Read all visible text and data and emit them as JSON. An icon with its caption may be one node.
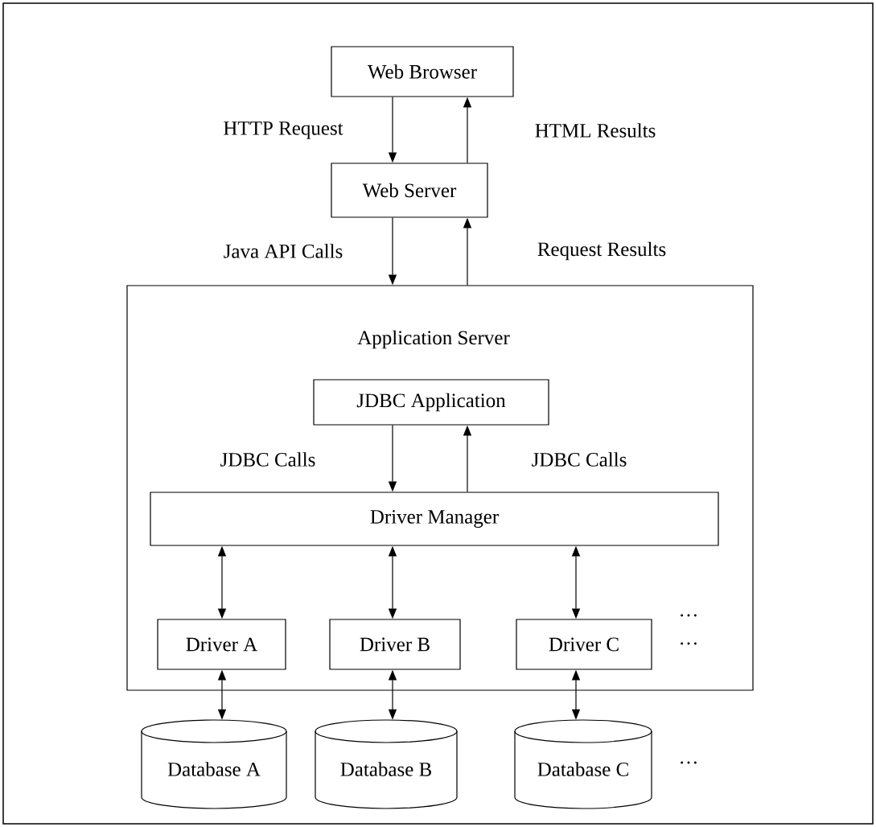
{
  "diagram": {
    "nodes": [
      {
        "text": [
          "Web Browser"
        ]
      },
      {
        "text": [
          "Web Server"
        ]
      },
      {
        "text": [
          "Application Server"
        ]
      },
      {
        "text": [
          "JDBC Application"
        ],
        "in": 2
      },
      {
        "text": [
          "Driver Manager"
        ],
        "in": 2
      },
      {
        "text": [
          "Driver A"
        ],
        "in": 2
      },
      {
        "text": [
          "Driver B"
        ],
        "in": 2
      },
      {
        "text": [
          "Driver C"
        ],
        "in": 2,
        "beside": [
          "…",
          "…"
        ]
      },
      {
        "text": [
          "Database A"
        ]
      },
      {
        "text": [
          "Database B"
        ]
      },
      {
        "text": [
          "Database C"
        ],
        "beside": [
          "…"
        ]
      }
    ],
    "edges": [
      {
        "from": 0,
        "to": 1,
        "arrow": "to",
        "label": "HTTP Request"
      },
      {
        "from": 1,
        "to": 0,
        "arrow": "to",
        "label": "HTML Results"
      },
      {
        "from": 1,
        "to": 2,
        "arrow": "to",
        "label": "Java API Calls"
      },
      {
        "from": 2,
        "to": 1,
        "arrow": "to",
        "label": "Request Results"
      },
      {
        "from": 3,
        "to": 4,
        "arrow": "to",
        "label": "JDBC Calls"
      },
      {
        "from": 4,
        "to": 3,
        "arrow": "to",
        "label": "JDBC Calls"
      },
      {
        "from": 4,
        "to": 5,
        "arrow": "both"
      },
      {
        "from": 4,
        "to": 6,
        "arrow": "both"
      },
      {
        "from": 4,
        "to": 7,
        "arrow": "both"
      },
      {
        "from": 5,
        "to": 8,
        "arrow": "both"
      },
      {
        "from": 6,
        "to": 9,
        "arrow": "both"
      },
      {
        "from": 7,
        "to": 10,
        "arrow": "both"
      }
    ]
  }
}
